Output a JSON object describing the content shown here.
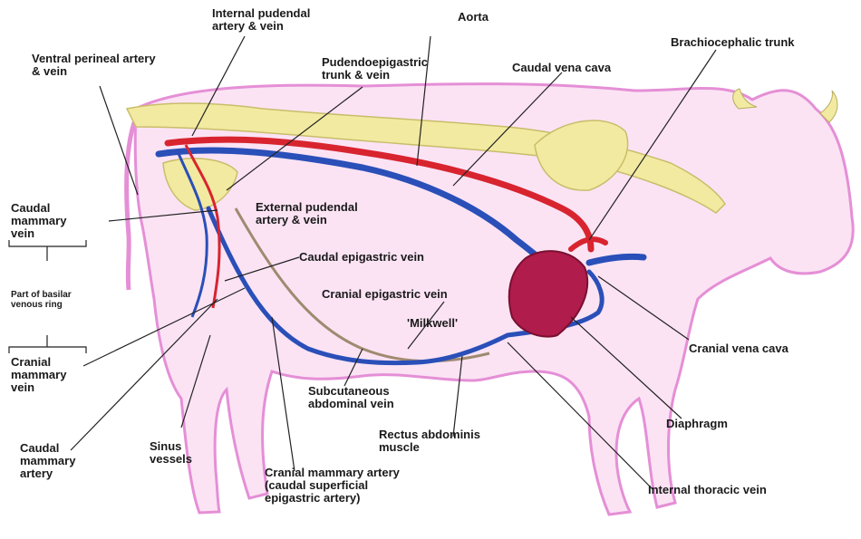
{
  "labels": {
    "internal_pudendal": "Internal pudendal\nartery & vein",
    "aorta": "Aorta",
    "brachiocephalic": "Brachiocephalic trunk",
    "ventral_perineal": "Ventral perineal artery\n& vein",
    "pudendoepigastric": "Pudendoepigastric\ntrunk & vein",
    "caudal_vena_cava": "Caudal vena cava",
    "caudal_mammary_vein": "Caudal\nmammary\nvein",
    "external_pudendal": "External pudendal\nartery & vein",
    "caudal_epigastric": "Caudal epigastric vein",
    "part_basilar": "Part of basilar\nvenous ring",
    "cranial_epigastric": "Cranial epigastric vein",
    "milkwell": "'Milkwell'",
    "cranial_vena_cava": "Cranial vena cava",
    "cranial_mammary_vein": "Cranial\nmammary\nvein",
    "subcutaneous": "Subcutaneous\nabdominal vein",
    "diaphragm": "Diaphragm",
    "caudal_mammary_artery": "Caudal\nmammary\nartery",
    "sinus": "Sinus\nvessels",
    "rectus": "Rectus abdominis\nmuscle",
    "cranial_mammary_artery": "Cranial mammary artery\n(caudal superficial\nepigastric artery)",
    "internal_thoracic": "Internal thoracic vein"
  },
  "colors": {
    "body_outline": "#e58fd6",
    "body_fill": "#fbe3f4",
    "bone": "#f2eaa0",
    "artery": "#d8242f",
    "vein": "#2a4fb8",
    "heart": "#b01c4c",
    "leader": "#222222",
    "muscle": "#a08a70"
  }
}
